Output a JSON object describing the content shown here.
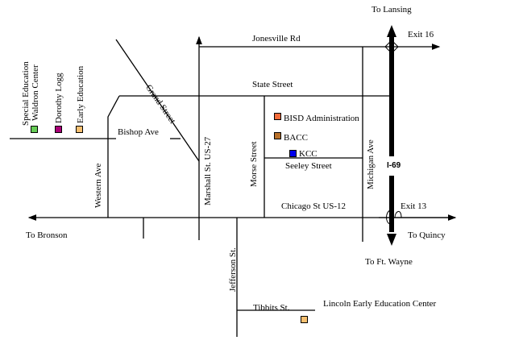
{
  "directions": {
    "north": "To Lansing",
    "west": "To Bronson",
    "east": "To Quincy",
    "south": "To Ft. Wayne"
  },
  "exits": {
    "north": "Exit 16",
    "south": "Exit 13"
  },
  "highway": {
    "label": "I-69"
  },
  "streets": {
    "jonesville": "Jonesville Rd",
    "state": "State Street",
    "grand": "Grand Street",
    "bishop": "Bishop Ave",
    "western": "Western Ave",
    "marshall": "Marshall St. US-27",
    "morse": "Morse Street",
    "michigan": "Michigan Ave",
    "seeley": "Seeley Street",
    "chicago": "Chicago St US-12",
    "jefferson": "Jefferson St.",
    "tibbits": "Tibbits St."
  },
  "locations": [
    {
      "name": "BISD Administration",
      "color": "#f26b3a"
    },
    {
      "name": "BACC",
      "color": "#b8702a"
    },
    {
      "name": "KCC",
      "color": "#0000ee"
    },
    {
      "name": "Lincoln Early Education Center",
      "color": "#f7c070"
    }
  ],
  "legend": [
    {
      "line1": "Special Education",
      "line2": "Waldron Center",
      "color": "#66cc55"
    },
    {
      "line1": "Dorothy Logg",
      "line2": "",
      "color": "#aa0077"
    },
    {
      "line1": "Early Education",
      "line2": "",
      "color": "#f7c070"
    }
  ]
}
